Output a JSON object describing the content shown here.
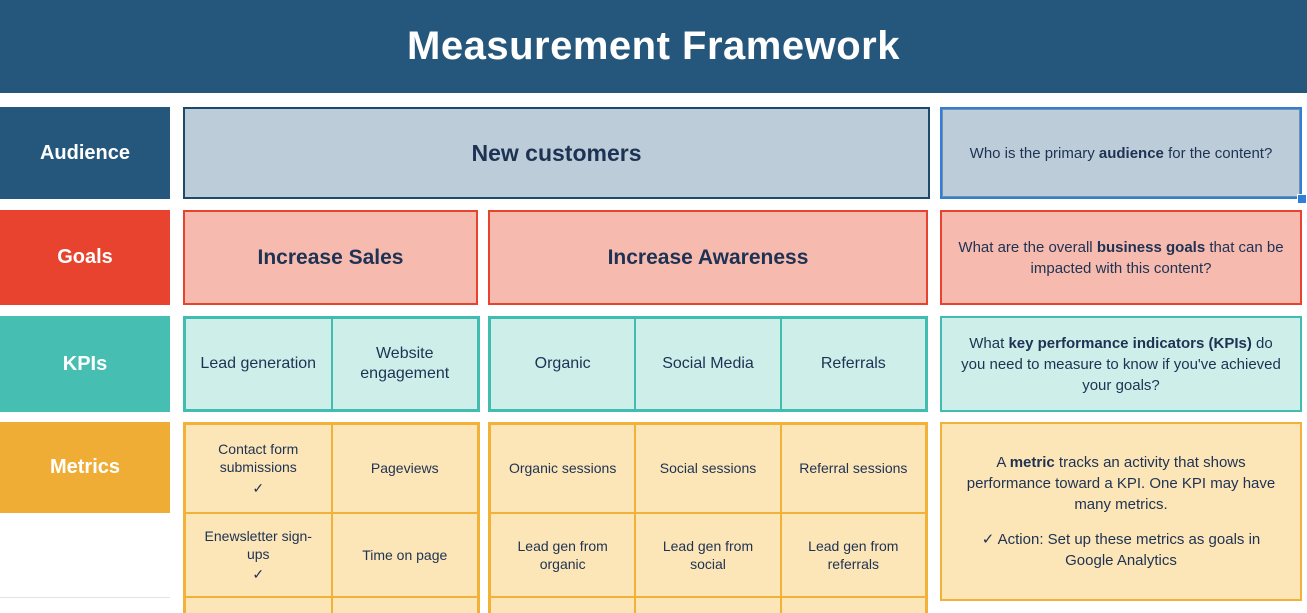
{
  "title": "Measurement Framework",
  "glyphs": {
    "check": "✓"
  },
  "colors": {
    "header_navy": "#25567B",
    "audience_fill": "#BCCDD9",
    "goals_red": "#E8432E",
    "goals_fill": "#F6BAAE",
    "kpi_teal": "#46BFB2",
    "kpi_fill": "#CDEEE9",
    "metric_orange": "#F0AD36",
    "metric_fill": "#FCE5B6",
    "selection_blue": "#2F7ED8",
    "text_navy": "#1E3253"
  },
  "rows": {
    "audience": {
      "label": "Audience",
      "value": "New customers",
      "question": [
        {
          "t": "Who is the primary "
        },
        {
          "t": "audience",
          "b": true
        },
        {
          "t": " for the content?"
        }
      ]
    },
    "goals": {
      "label": "Goals",
      "values": [
        "Increase Sales",
        "Increase Awareness"
      ],
      "question": [
        {
          "t": "What are the overall "
        },
        {
          "t": "business goals",
          "b": true
        },
        {
          "t": " that can be impacted with this content?"
        }
      ]
    },
    "kpis": {
      "label": "KPIs",
      "groups": [
        [
          "Lead generation",
          "Website engagement"
        ],
        [
          "Organic",
          "Social Media",
          "Referrals"
        ]
      ],
      "question": [
        {
          "t": "What "
        },
        {
          "t": "key performance indicators (KPIs)",
          "b": true
        },
        {
          "t": " do you need to measure to know if you've achieved your goals?"
        }
      ]
    },
    "metrics": {
      "label": "Metrics",
      "groups": [
        {
          "columns": 2,
          "cells": [
            {
              "text": "Contact form submissions",
              "check": true
            },
            {
              "text": "Pageviews"
            },
            {
              "text": "Enewsletter sign-ups",
              "check": true
            },
            {
              "text": "Time on page"
            },
            {
              "text": ""
            },
            {
              "text": ""
            }
          ]
        },
        {
          "columns": 3,
          "cells": [
            {
              "text": "Organic sessions"
            },
            {
              "text": "Social sessions"
            },
            {
              "text": "Referral sessions"
            },
            {
              "text": "Lead gen from organic"
            },
            {
              "text": "Lead gen from social"
            },
            {
              "text": "Lead gen from referrals"
            },
            {
              "text": ""
            },
            {
              "text": ""
            },
            {
              "text": ""
            }
          ]
        }
      ],
      "question_p1": [
        {
          "t": "A "
        },
        {
          "t": "metric",
          "b": true
        },
        {
          "t": " tracks an activity that shows performance toward a KPI. One KPI may have many metrics."
        }
      ],
      "question_p2": [
        {
          "t": "✓ Action: Set up these metrics as goals in Google Analytics"
        }
      ]
    }
  }
}
